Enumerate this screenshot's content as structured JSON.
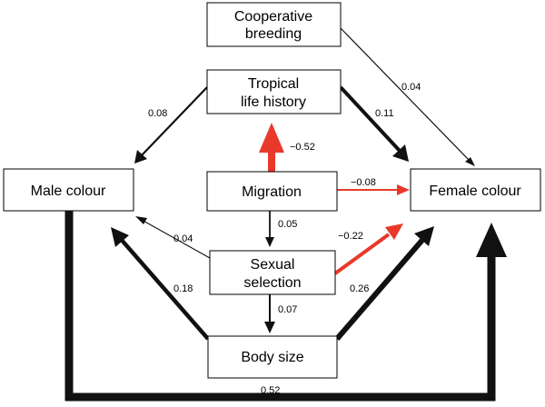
{
  "nodes": {
    "cooperative_breeding": {
      "lines": [
        "Cooperative",
        "breeding"
      ]
    },
    "tropical_life_history": {
      "lines": [
        "Tropical",
        "life history"
      ]
    },
    "male_colour": {
      "lines": [
        "Male colour"
      ]
    },
    "migration": {
      "lines": [
        "Migration"
      ]
    },
    "female_colour": {
      "lines": [
        "Female colour"
      ]
    },
    "sexual_selection": {
      "lines": [
        "Sexual",
        "selection"
      ]
    },
    "body_size": {
      "lines": [
        "Body size"
      ]
    }
  },
  "paths": [
    {
      "id": "coop-to-female",
      "from": "Cooperative breeding",
      "to": "Female colour",
      "coefficient": "0.04",
      "sign": "positive"
    },
    {
      "id": "tropical-to-male",
      "from": "Tropical life history",
      "to": "Male colour",
      "coefficient": "0.08",
      "sign": "positive"
    },
    {
      "id": "tropical-to-female",
      "from": "Tropical life history",
      "to": "Female colour",
      "coefficient": "0.11",
      "sign": "positive"
    },
    {
      "id": "migration-to-tropical",
      "from": "Migration",
      "to": "Tropical life history",
      "coefficient": "−0.52",
      "sign": "negative"
    },
    {
      "id": "migration-to-female",
      "from": "Migration",
      "to": "Female colour",
      "coefficient": "−0.08",
      "sign": "negative"
    },
    {
      "id": "migration-to-sexual",
      "from": "Migration",
      "to": "Sexual selection",
      "coefficient": "0.05",
      "sign": "positive"
    },
    {
      "id": "sexual-to-male",
      "from": "Sexual selection",
      "to": "Male colour",
      "coefficient": "0.04",
      "sign": "positive"
    },
    {
      "id": "sexual-to-female",
      "from": "Sexual selection",
      "to": "Female colour",
      "coefficient": "−0.22",
      "sign": "negative"
    },
    {
      "id": "sexual-to-body",
      "from": "Sexual selection",
      "to": "Body size",
      "coefficient": "0.07",
      "sign": "positive"
    },
    {
      "id": "body-to-male",
      "from": "Body size",
      "to": "Male colour",
      "coefficient": "0.18",
      "sign": "positive"
    },
    {
      "id": "body-to-female",
      "from": "Body size",
      "to": "Female colour",
      "coefficient": "0.26",
      "sign": "positive"
    },
    {
      "id": "male-to-female",
      "from": "Male colour",
      "to": "Female colour",
      "coefficient": "0.52",
      "sign": "positive"
    }
  ],
  "colors": {
    "positive": "#111111",
    "negative": "#e8392a"
  }
}
